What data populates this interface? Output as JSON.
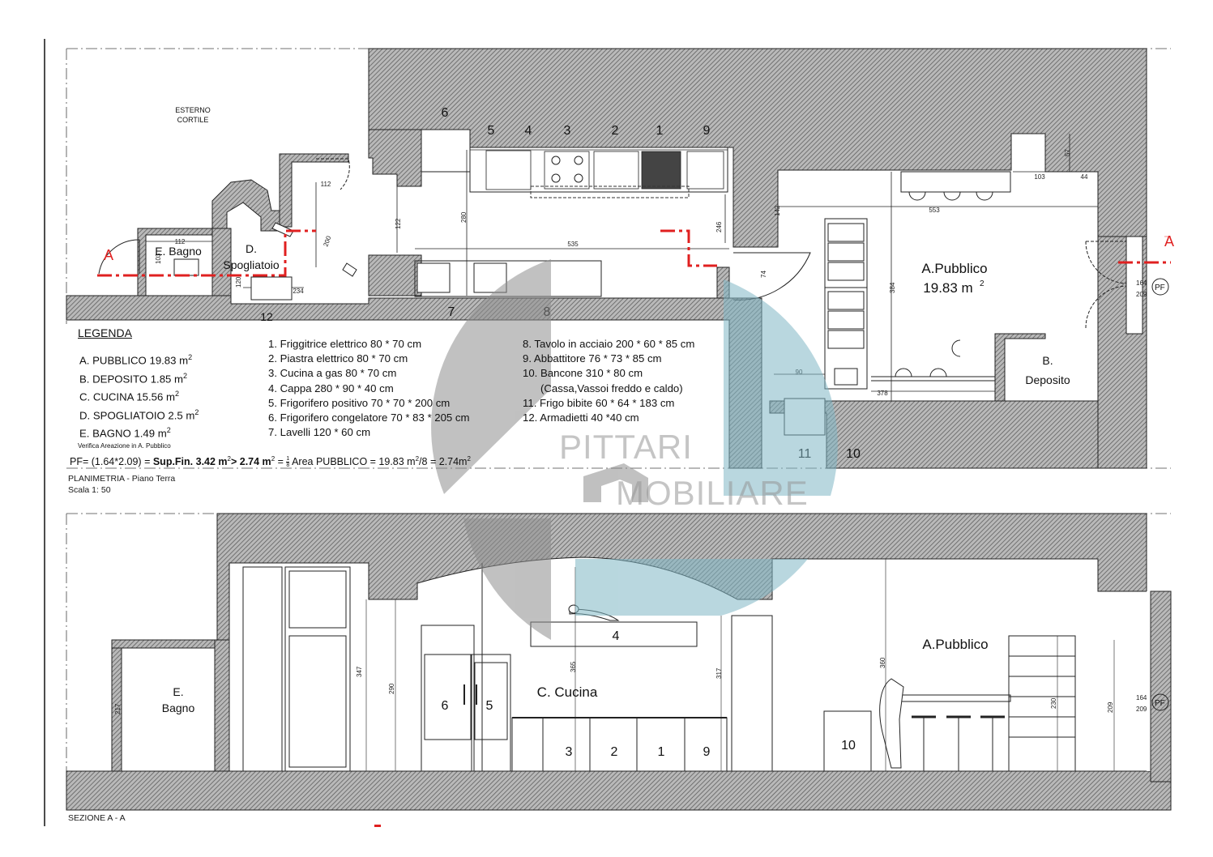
{
  "legend": {
    "title": "LEGENDA",
    "areas": [
      {
        "label": "A.  PUBBLICO 19.83 m",
        "sup": "2"
      },
      {
        "label": "B.  DEPOSITO 1.85 m",
        "sup": "2"
      },
      {
        "label": "C.  CUCINA 15.56 m",
        "sup": "2"
      },
      {
        "label": "D.  SPOGLIATOIO 2.5 m",
        "sup": "2"
      },
      {
        "label": "E.  BAGNO 1.49 m",
        "sup": "2"
      }
    ],
    "equipment_col1": [
      "1. Friggitrice elettrico 80 * 70 cm",
      "2. Piastra elettrico 80 * 70 cm",
      "3. Cucina a gas 80 * 70 cm",
      "4. Cappa 280 * 90 * 40 cm",
      "5. Frigorifero positivo 70 * 70 * 200 cm",
      "6. Frigorifero congelatore  70 * 83 * 205 cm",
      "7. Lavelli 120 * 60 cm"
    ],
    "equipment_col2": [
      "8. Tavolo in acciaio 200 * 60 * 85 cm",
      "9. Abbattitore 76 * 73 * 85 cm",
      "10. Bancone 310 * 80 cm",
      "      (Cassa,Vassoi freddo e caldo)",
      "11. Frigo bibite 60 * 64 * 183 cm",
      "12. Armadietti 40 *40 cm"
    ],
    "verification_note": "Verifica Areazione in A. Pubblico",
    "formula": {
      "part1": "PF= (1.64*2.09) = ",
      "part2": "Sup.Fin. 3.42 m",
      "part3": "> 2.74 m",
      "part4": " = ",
      "frac_num": "1",
      "frac_den": "8",
      "part5": " Area PUBBLICO = 19.83 m",
      "part6": "/8 = 2.74m",
      "sup": "2"
    }
  },
  "captions": {
    "plan_title": "PLANIMETRIA - Piano Terra",
    "plan_scale": "Scala  1: 50",
    "section_title": "SEZIONE A - A"
  },
  "plan": {
    "outside": [
      "ESTERNO",
      "CORTILE"
    ],
    "rooms": {
      "bagno": "E. Bagno",
      "spogliatoio": [
        "D.",
        "Spogliatoio"
      ],
      "pubblico": [
        "A.Pubblico",
        "19.83 m"
      ],
      "pubblico_sup": "2",
      "deposito": [
        "B.",
        "Deposito"
      ]
    },
    "section_marker": "A",
    "pf_label": "PF",
    "pf_dims": [
      "164",
      "209"
    ],
    "item_numbers": [
      "6",
      "5",
      "4",
      "3",
      "2",
      "1",
      "9",
      "7",
      "8",
      "12",
      "11",
      "10"
    ],
    "dimensions": {
      "d112a": "112",
      "d112b": "112",
      "d103": "103",
      "d120": "120",
      "d234": "234",
      "d200": "200",
      "d122": "122",
      "d280": "280",
      "d535": "535",
      "d246": "246",
      "d74": "74",
      "d142": "142",
      "d553": "553",
      "d103r": "103",
      "d44": "44",
      "d57": "57",
      "d384": "384",
      "d90": "90",
      "d378": "378"
    }
  },
  "section": {
    "rooms": {
      "bagno": [
        "E.",
        "Bagno"
      ],
      "cucina": "C. Cucina",
      "pubblico": "A.Pubblico"
    },
    "item_numbers": [
      "4",
      "6",
      "5",
      "3",
      "2",
      "1",
      "9",
      "10"
    ],
    "pf_label": "PF",
    "pf_dims": [
      "164",
      "209"
    ],
    "dimensions": {
      "d217": "217",
      "d347": "347",
      "d290": "290",
      "d365": "365",
      "d317": "317",
      "d360": "360",
      "d230": "230",
      "d209": "209"
    }
  },
  "watermark": {
    "line1": "PITTARI",
    "line2": "MOBILIARE"
  },
  "colors": {
    "cut_line": "#e02020",
    "wall_hatch": "#6a6a6a",
    "watermark_teal": "#7fb7c4",
    "watermark_gray": "#8e8e8e"
  }
}
